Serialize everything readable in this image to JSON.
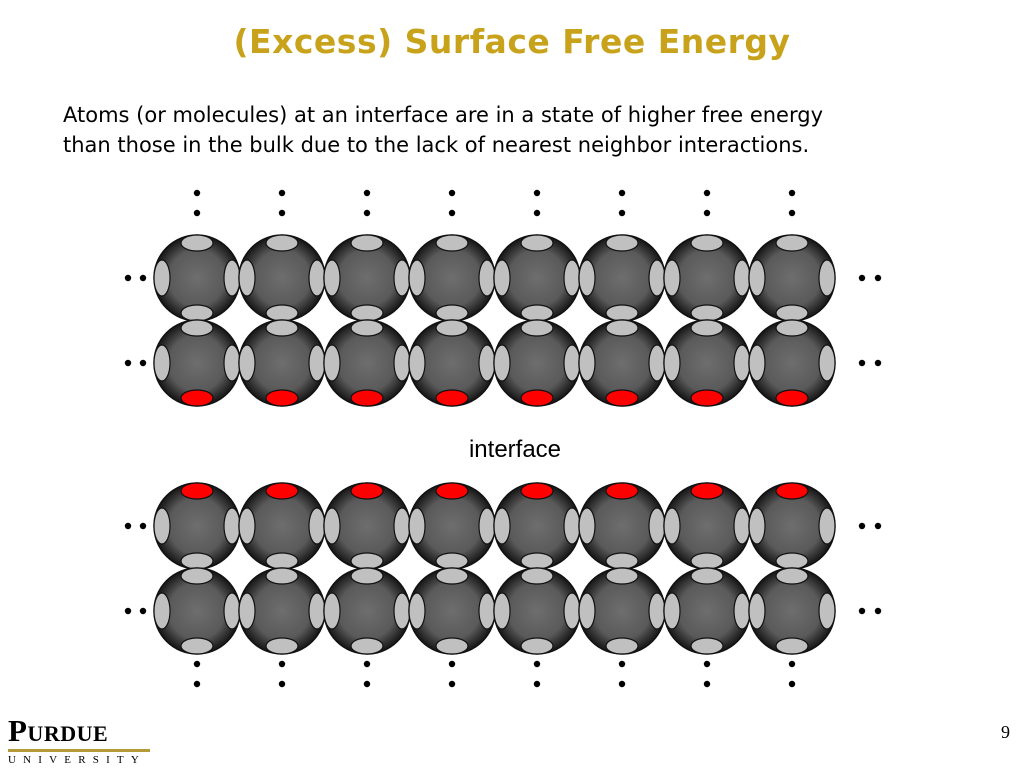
{
  "slide": {
    "title": "(Excess) Surface Free Energy",
    "title_color": "#c8a21b",
    "body_lines": [
      "Atoms (or molecules) at an interface are in a state of higher free energy",
      "than those in the bulk due to the lack of nearest neighbor interactions."
    ],
    "interface_label": "interface",
    "page_number": "9"
  },
  "logo": {
    "name": "Purdue",
    "subtitle": "UNIVERSITY",
    "rule_color": "#b59a3a"
  },
  "diagram": {
    "atoms_per_row": 8,
    "upper_rows": 2,
    "lower_rows": 2,
    "atom_color": "#5a5a5a",
    "bond_color": "#c0c0c0",
    "broken_bond_color": "#ff0000",
    "continuation_marker": "dots"
  }
}
